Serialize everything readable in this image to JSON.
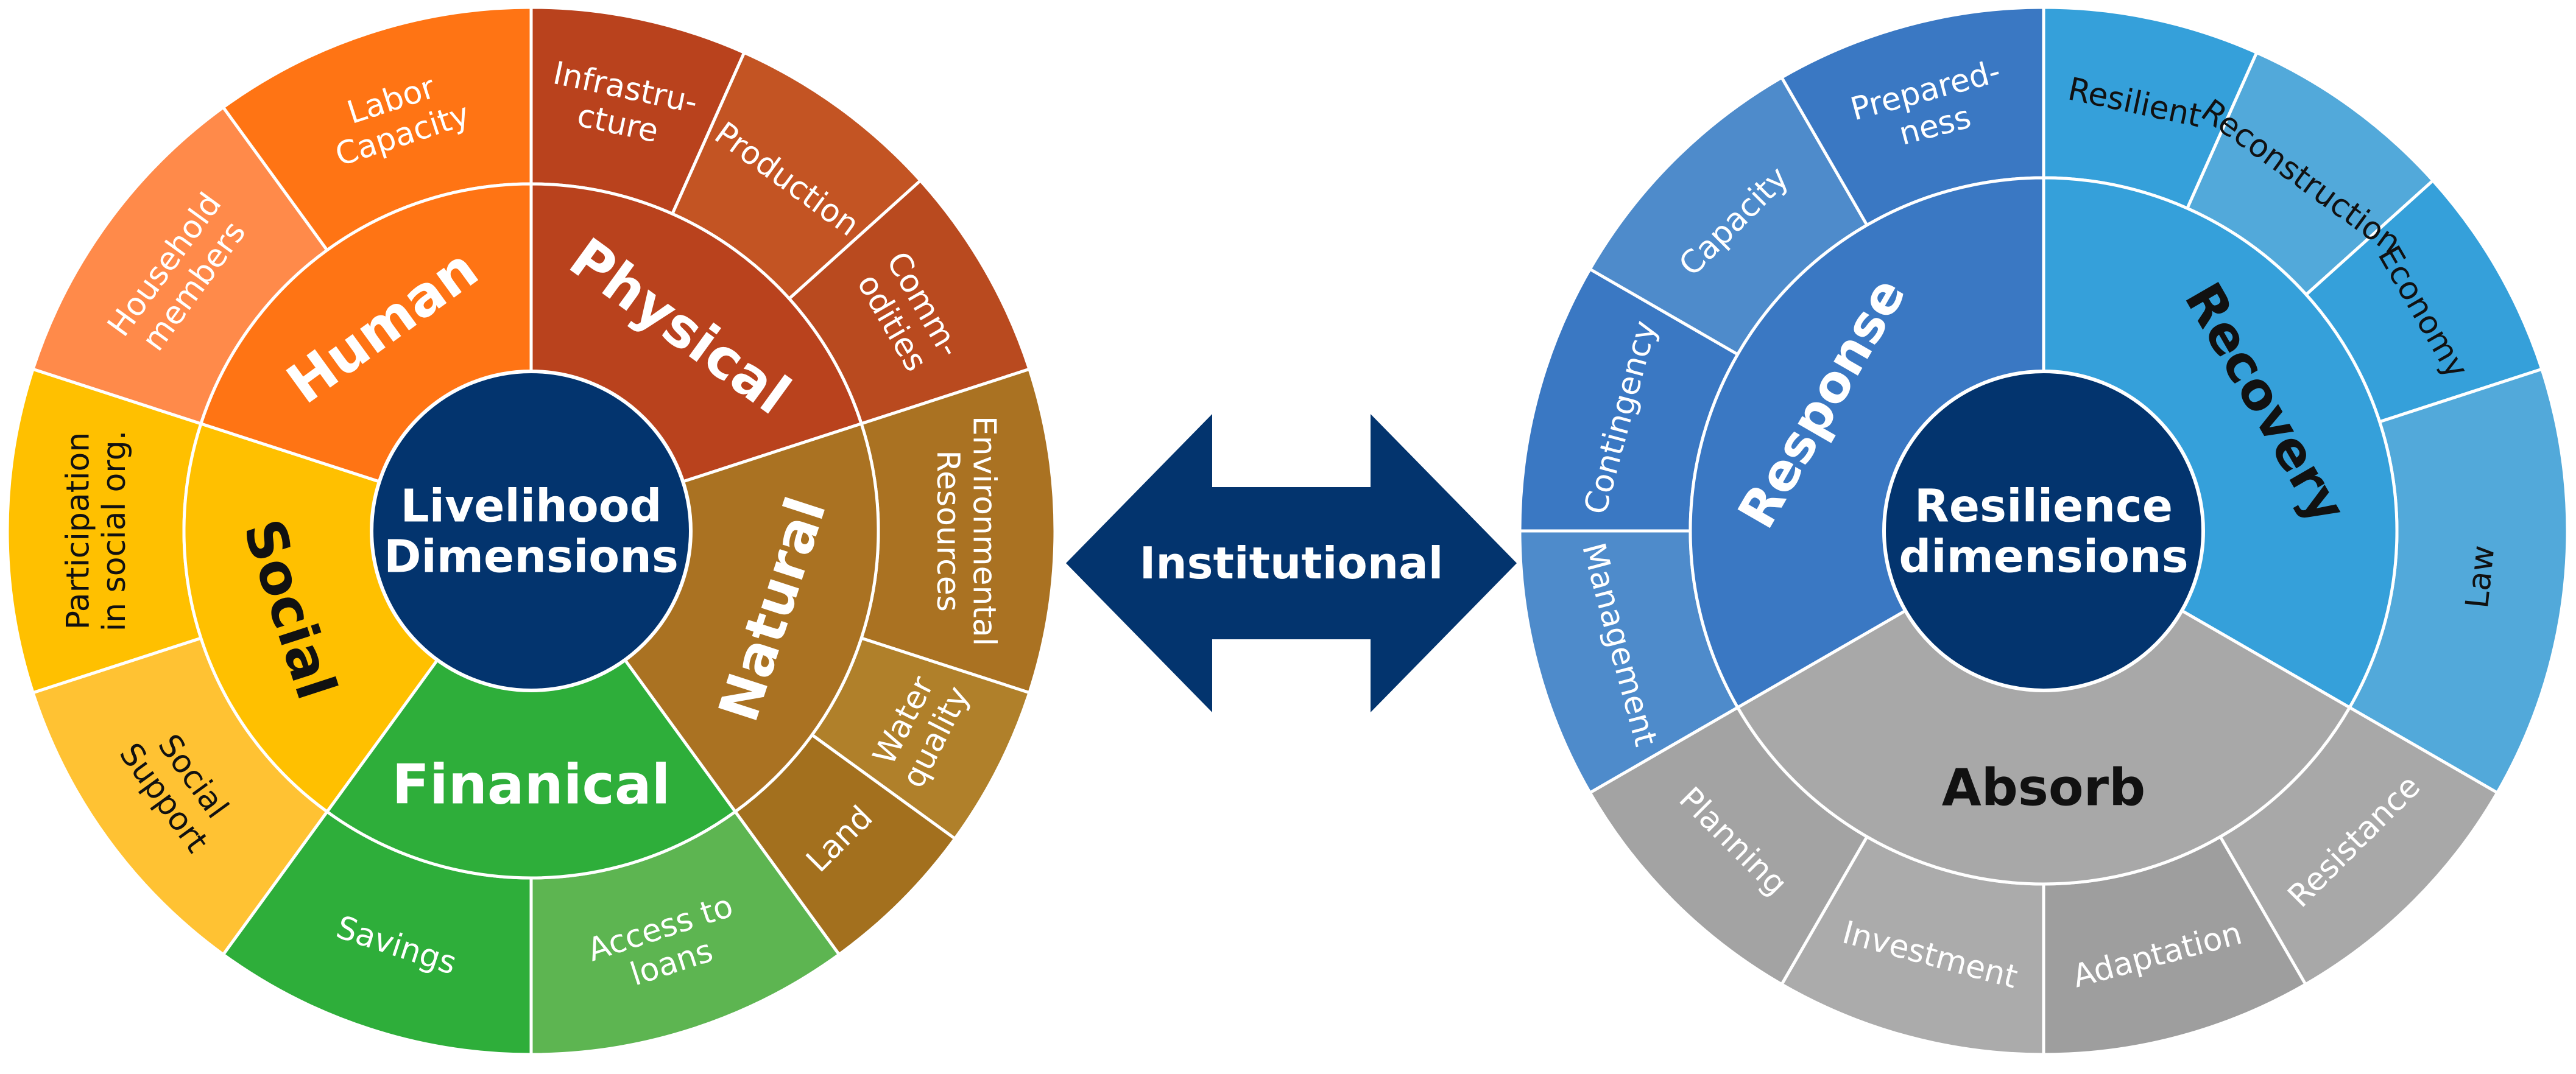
{
  "colors": {
    "center": "#03346E",
    "divider": "#FFFFFF",
    "arrow": "#03346E",
    "text_light": "#FFFFFF",
    "text_dark": "#111111"
  },
  "arrow": {
    "label": "Institutional"
  },
  "wheels": [
    {
      "name": "livelihood-wheel",
      "center_lines": [
        "Livelihood",
        "Dimensions"
      ],
      "sectors": [
        {
          "label": "Physical",
          "color": "#B9421D",
          "text": "light",
          "start": 0,
          "end": 72,
          "children": [
            {
              "lines": [
                "Infrastru-",
                "cture"
              ],
              "color": "#B9421D",
              "start": 0,
              "end": 24,
              "text": "light"
            },
            {
              "lines": [
                "Production"
              ],
              "color": "#C35423",
              "start": 24,
              "end": 48,
              "text": "light"
            },
            {
              "lines": [
                "Comm-",
                "odities"
              ],
              "color": "#B94A1F",
              "start": 48,
              "end": 72,
              "text": "light"
            }
          ]
        },
        {
          "label": "Natural",
          "color": "#AA7222",
          "text": "light",
          "start": 72,
          "end": 144,
          "children": [
            {
              "lines": [
                "Environmental",
                "Resources"
              ],
              "color": "#AA7222",
              "start": 72,
              "end": 108,
              "text": "light"
            },
            {
              "lines": [
                "Water",
                "quality"
              ],
              "color": "#B0802A",
              "start": 108,
              "end": 126,
              "text": "light"
            },
            {
              "lines": [
                "Land"
              ],
              "color": "#A3701E",
              "start": 126,
              "end": 144,
              "text": "light"
            }
          ]
        },
        {
          "label": "Finanical",
          "color": "#2EAE3A",
          "text": "light",
          "start": 144,
          "end": 216,
          "children": [
            {
              "lines": [
                "Access to",
                "loans"
              ],
              "color": "#5DB551",
              "start": 144,
              "end": 180,
              "text": "light"
            },
            {
              "lines": [
                "Savings"
              ],
              "color": "#2EAE3A",
              "start": 180,
              "end": 216,
              "text": "light"
            }
          ]
        },
        {
          "label": "Social",
          "color": "#FFC000",
          "text": "dark",
          "start": 216,
          "end": 288,
          "children": [
            {
              "lines": [
                "Social",
                "Support"
              ],
              "color": "#FFC233",
              "start": 216,
              "end": 252,
              "text": "dark"
            },
            {
              "lines": [
                "Participation",
                "in social org."
              ],
              "color": "#FFC000",
              "start": 252,
              "end": 288,
              "text": "dark"
            }
          ]
        },
        {
          "label": "Human",
          "color": "#FF7414",
          "text": "light",
          "start": 288,
          "end": 360,
          "children": [
            {
              "lines": [
                "Household",
                "members"
              ],
              "color": "#FF8A4A",
              "start": 288,
              "end": 324,
              "text": "light"
            },
            {
              "lines": [
                "Labor",
                "Capacity"
              ],
              "color": "#FF7414",
              "start": 324,
              "end": 360,
              "text": "light"
            }
          ]
        }
      ]
    },
    {
      "name": "resilience-wheel",
      "center_lines": [
        "Resilience",
        "dimensions"
      ],
      "sectors": [
        {
          "label": "Recovery",
          "color": "#35A0DA",
          "text": "dark",
          "start": 0,
          "end": 120,
          "children": [
            {
              "lines": [
                "Resilient"
              ],
              "color": "#35A0DA",
              "start": 0,
              "end": 24,
              "text": "dark"
            },
            {
              "lines": [
                "Reconstruction"
              ],
              "color": "#52A9DA",
              "start": 24,
              "end": 48,
              "text": "dark"
            },
            {
              "lines": [
                "Economy"
              ],
              "color": "#35A0DA",
              "start": 48,
              "end": 72,
              "text": "dark"
            },
            {
              "lines": [
                "Law"
              ],
              "color": "#52A9DA",
              "start": 72,
              "end": 120,
              "text": "dark"
            }
          ]
        },
        {
          "label": "Absorb",
          "color": "#A8A8A8",
          "text": "dark",
          "start": 120,
          "end": 240,
          "children": [
            {
              "lines": [
                "Resistance"
              ],
              "color": "#A8A8A8",
              "start": 120,
              "end": 150,
              "text": "light"
            },
            {
              "lines": [
                "Adaptation"
              ],
              "color": "#9E9E9E",
              "start": 150,
              "end": 180,
              "text": "light"
            },
            {
              "lines": [
                "Investment"
              ],
              "color": "#ABABAB",
              "start": 180,
              "end": 210,
              "text": "light"
            },
            {
              "lines": [
                "Planning"
              ],
              "color": "#A3A3A3",
              "start": 210,
              "end": 240,
              "text": "light"
            }
          ]
        },
        {
          "label": "Response",
          "color": "#3A78C3",
          "text": "light",
          "start": 240,
          "end": 360,
          "children": [
            {
              "lines": [
                "Management"
              ],
              "color": "#4E8BCB",
              "start": 240,
              "end": 270,
              "text": "light"
            },
            {
              "lines": [
                "Contingency"
              ],
              "color": "#3A78C3",
              "start": 270,
              "end": 300,
              "text": "light"
            },
            {
              "lines": [
                "Capacity"
              ],
              "color": "#4E8BCB",
              "start": 300,
              "end": 330,
              "text": "light"
            },
            {
              "lines": [
                "Prepared-",
                "ness"
              ],
              "color": "#3A78C3",
              "start": 330,
              "end": 360,
              "text": "light"
            }
          ]
        }
      ]
    }
  ]
}
